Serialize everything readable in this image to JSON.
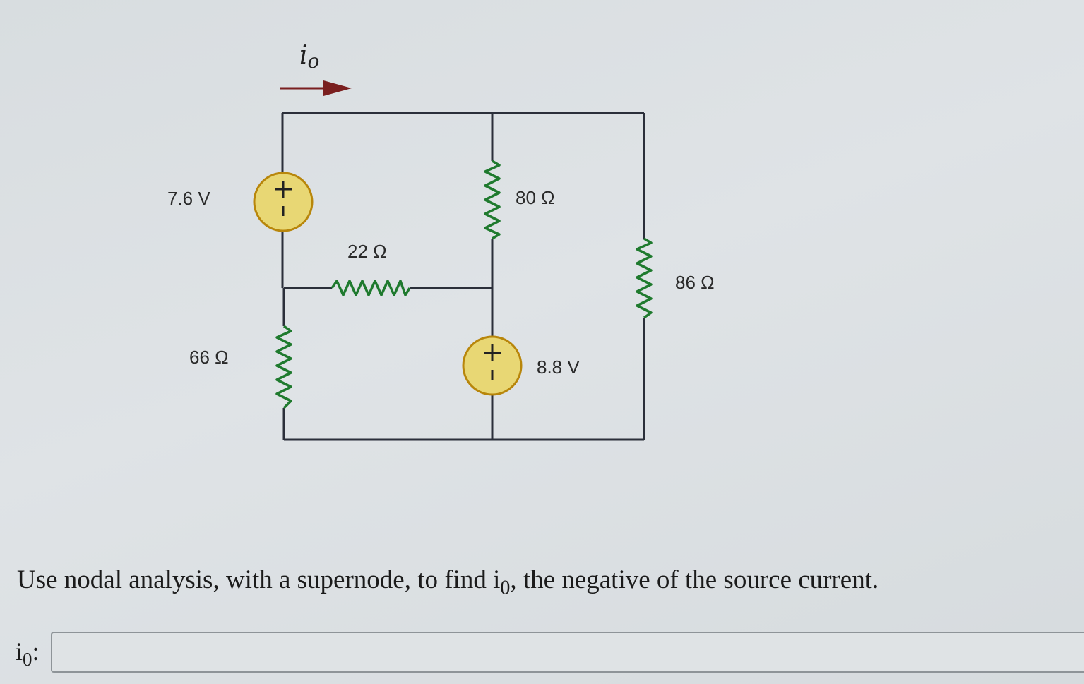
{
  "current_label": {
    "base": "i",
    "sub": "o"
  },
  "components": {
    "source_left": {
      "value": "7.6 V"
    },
    "source_right": {
      "value": "8.8 V"
    },
    "r_66": {
      "value": "66 Ω"
    },
    "r_22": {
      "value": "22 Ω"
    },
    "r_80": {
      "value": "80 Ω"
    },
    "r_86": {
      "value": "86 Ω"
    }
  },
  "question": {
    "before": "Use nodal analysis, with a supernode, to find i",
    "sub": "0",
    "after": ", the negative of the source current."
  },
  "answer": {
    "label_base": "i",
    "label_sub": "0",
    "label_suffix": ":",
    "value": ""
  },
  "colors": {
    "wire": "#2b2f3a",
    "resistor": "#1f7a2e",
    "source_fill": "#e8d774",
    "source_stroke": "#b8860b",
    "arrow": "#7a1f1f"
  }
}
